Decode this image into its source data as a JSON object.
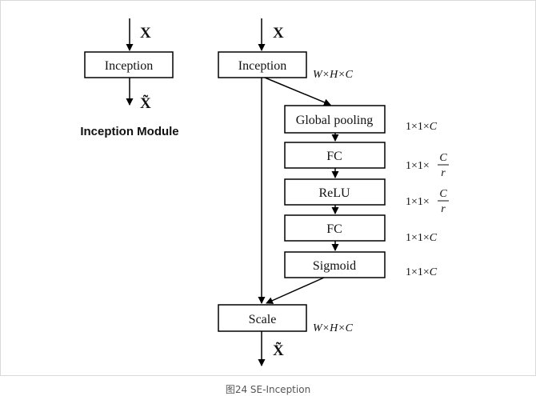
{
  "module": {
    "input_label": "X",
    "box_label": "Inception",
    "output_label": "X̃",
    "title": "Inception Module"
  },
  "se": {
    "input_label": "X",
    "inception_label": "Inception",
    "inception_dim": "W×H×C",
    "blocks": [
      {
        "label": "Global pooling",
        "dim_prefix": "1×1×",
        "dim_var": "C"
      },
      {
        "label": "FC",
        "dim_prefix": "1×1×",
        "dim_num": "C",
        "dim_den": "r"
      },
      {
        "label": "ReLU",
        "dim_prefix": "1×1×",
        "dim_num": "C",
        "dim_den": "r"
      },
      {
        "label": "FC",
        "dim_prefix": "1×1×",
        "dim_var": "C"
      },
      {
        "label": "Sigmoid",
        "dim_prefix": "1×1×",
        "dim_var": "C"
      }
    ],
    "scale_label": "Scale",
    "scale_dim": "W×H×C",
    "output_label": "X̃"
  },
  "caption": "图24 SE-Inception"
}
